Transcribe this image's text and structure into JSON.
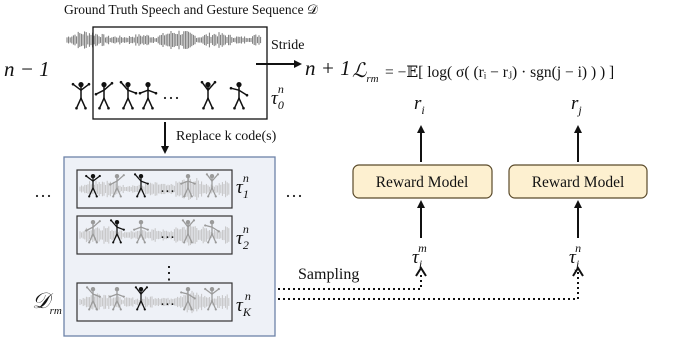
{
  "colors": {
    "reward_fill": "#fdf0d0",
    "reward_stroke": "#5a4a2a",
    "panel_fill": "#eef1f7",
    "panel_stroke": "#6d82a8",
    "waveform_dark": "#777777",
    "waveform_light": "#c4c4c4",
    "figure_dark": "#111111",
    "figure_light": "#9a9a9a"
  },
  "header": {
    "title": "Ground Truth Speech and Gesture Sequence 𝒟"
  },
  "top_sequence": {
    "left_label": "n − 1",
    "stride_label": "Stride",
    "right_label": "n + 1",
    "dots": "···",
    "tau_base": "τ",
    "tau_sub": "0",
    "tau_sup": "n"
  },
  "replace_label": "Replace k code(s)",
  "panel": {
    "left_dots": "···",
    "right_dots": "···",
    "vertical_dots": "⋮",
    "row_dots": "···",
    "dataset_label": "𝒟",
    "dataset_sub": "rm",
    "rows": [
      {
        "tau_base": "τ",
        "tau_sub": "1",
        "tau_sup": "n"
      },
      {
        "tau_base": "τ",
        "tau_sub": "2",
        "tau_sup": "n"
      },
      {
        "tau_base": "τ",
        "tau_sub": "K",
        "tau_sup": "n"
      }
    ]
  },
  "formula": {
    "lhs": "ℒ",
    "lhs_sub": "rm",
    "rhs": "= −𝔼[ log( σ( (rᵢ − rⱼ) · sgn(j − i) ) ) ]"
  },
  "models": [
    {
      "label": "Reward Model",
      "output_base": "r",
      "output_sub": "i",
      "input_base": "τ",
      "input_sub": "i",
      "input_sup": "m"
    },
    {
      "label": "Reward Model",
      "output_base": "r",
      "output_sub": "j",
      "input_base": "τ",
      "input_sub": "j",
      "input_sup": "n"
    }
  ],
  "sampling_label": "Sampling"
}
